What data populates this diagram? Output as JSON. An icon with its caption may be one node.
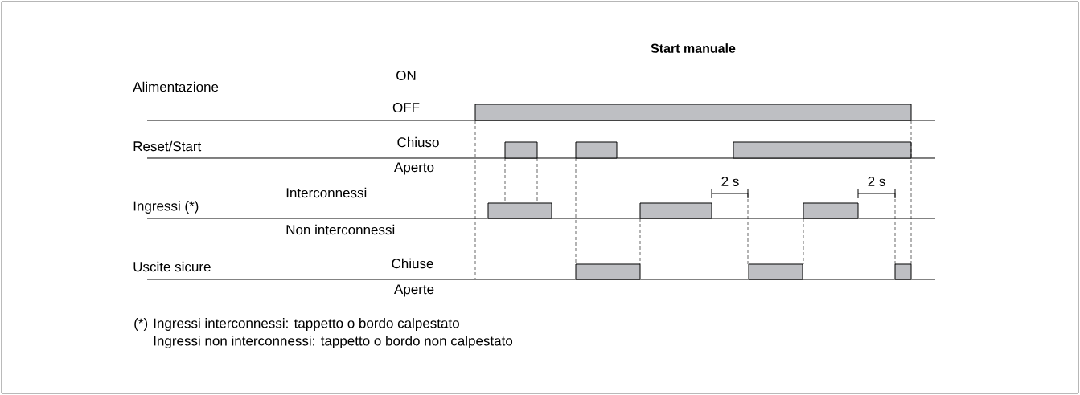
{
  "diagram": {
    "title": "Start manuale",
    "labels": [
      "Alimentazione",
      "ON",
      "OFF",
      "Reset/Start",
      "Chiuso",
      "Aperto",
      "Interconnessi",
      "2 s",
      "2 s",
      "Ingressi (*)",
      "Non interconnessi",
      "Uscite sicure",
      "Chiuse",
      "Aperte",
      "(*)",
      "Ingressi interconnessi: tappetto o bordo calpestato",
      "Ingressi non interconnessi: tappetto o bordo non calpestato"
    ]
  }
}
